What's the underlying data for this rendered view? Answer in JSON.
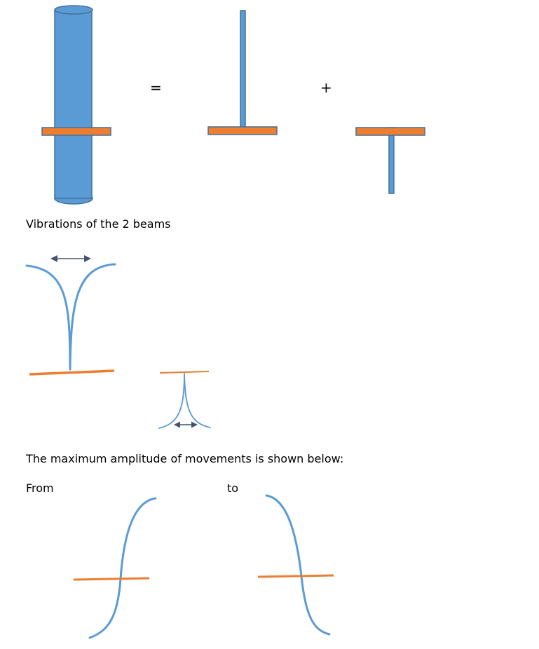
{
  "colors": {
    "beam_fill": "#5B9BD5",
    "beam_stroke": "#41719C",
    "plate_fill": "#ED7D31",
    "arrow": "#44546A",
    "text": "#000000"
  },
  "equation": {
    "equals": "=",
    "plus": "+"
  },
  "section1": {
    "title": "Vibrations of the 2 beams"
  },
  "section2": {
    "title": "The maximum amplitude of movements is shown below:",
    "from_label": "From",
    "to_label": "to"
  }
}
